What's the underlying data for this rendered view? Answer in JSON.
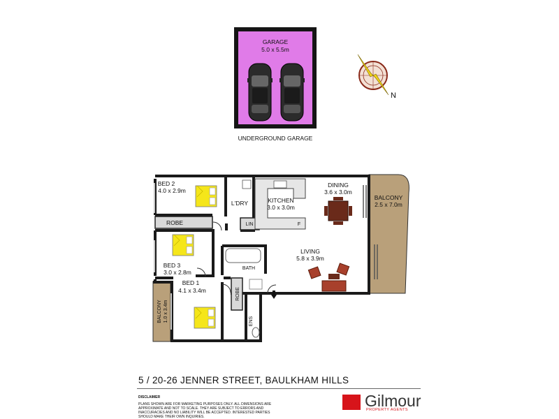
{
  "garage": {
    "label": "GARAGE",
    "dims": "5.0 x 5.5m",
    "caption": "UNDERGROUND GARAGE",
    "fill": "#e07be8"
  },
  "compass": {
    "label": "N"
  },
  "rooms": {
    "bed2": {
      "label": "BED 2",
      "dims": "4.0 x 2.9m"
    },
    "ldry": {
      "label": "L'DRY"
    },
    "kitchen": {
      "label": "KITCHEN",
      "dims": "3.0 x 3.0m"
    },
    "dining": {
      "label": "DINING",
      "dims": "3.6 x 3.0m"
    },
    "balcony_right": {
      "label": "BALCONY",
      "dims": "2.5 x 7.0m"
    },
    "robe_top": {
      "label": "ROBE"
    },
    "lin": {
      "label": "LIN"
    },
    "kitchen_f": {
      "label": "F"
    },
    "bed3": {
      "label": "BED 3",
      "dims": "3.0 x 2.8m"
    },
    "living": {
      "label": "LIVING",
      "dims": "5.8 x 3.9m"
    },
    "bath": {
      "label": "BATH"
    },
    "bed1": {
      "label": "BED 1",
      "dims": "4.1 x 3.4m"
    },
    "robe_side": {
      "label": "ROBE"
    },
    "ens": {
      "label": "ENS"
    },
    "balcony_left": {
      "label": "BALCONY",
      "dims": "1.0 x 3.4m"
    }
  },
  "colors": {
    "bed": "#f5e61a",
    "balcony": "#b9a07a",
    "furniture": "#6a2a1a",
    "sofa": "#a8402c"
  },
  "address": "5 / 20-26 JENNER STREET, BAULKHAM HILLS",
  "disclaimer": {
    "title": "DISCLAIMER",
    "text": "PLANS SHOWN ARE FOR MARKETING PURPOSES ONLY. ALL DIMENSIONS ARE APPROXIMATE AND NOT TO SCALE. THEY ARE SUBJECT TO ERRORS AND INACCURACIES AND NO LIABILITY WILL BE ACCEPTED. INTERESTED PARTIES SHOULD MAKE THEIR OWN INQUIRIES."
  },
  "brand": {
    "name": "Gilmour",
    "tagline": "PROPERTY AGENTS",
    "color": "#d7141a"
  }
}
